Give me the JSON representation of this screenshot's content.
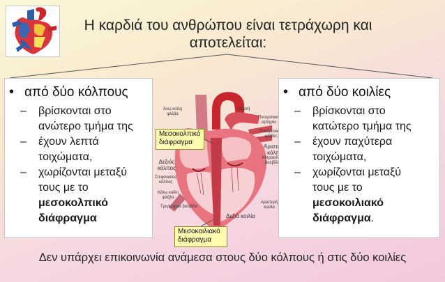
{
  "title_line1": "Η καρδιά του ανθρώπου είναι τετράχωρη και",
  "title_line2": "αποτελείται:",
  "left": {
    "bullet": "από δύο κόλπους",
    "items": [
      {
        "lines": [
          "βρίσκονται στο",
          "ανώτερο τμήμα της"
        ]
      },
      {
        "lines": [
          "έχουν λεπτά",
          "τοιχώματα,"
        ]
      },
      {
        "lines": [
          "χωρίζονται μεταξύ",
          "τους με το"
        ],
        "bold": [
          "μεσοκολπικό",
          "διάφραγμα"
        ]
      }
    ]
  },
  "right": {
    "bullet": "από δύο κοιλίες",
    "items": [
      {
        "lines": [
          "βρίσκονται στο",
          "κατώτερο τμήμα της"
        ]
      },
      {
        "lines": [
          "έχουν παχύτερα",
          "τοιχώματα,"
        ]
      },
      {
        "lines": [
          "χωρίζονται μεταξύ",
          "τους με το"
        ],
        "bold": [
          "μεσοκοιλιακό",
          "διάφραγμα"
        ],
        "suffix": "."
      }
    ]
  },
  "heart_labels": {
    "svc": [
      "Άνω κοίλη",
      "φλέβα"
    ],
    "aorta": "Αορτή",
    "pulm_artery": [
      "Πνευμονική",
      "αρτηρία"
    ],
    "pulm_veins": [
      "Πνευμονικές",
      "φλέβες"
    ],
    "left_atrium": [
      "Αριστερός",
      "κόλπος"
    ],
    "mitral": [
      "Μιτροειδής",
      "βαλβίδα"
    ],
    "right_atrium": [
      "Δεξιός",
      "κόλπος"
    ],
    "coronary": [
      "Στεφανιαίος",
      "κόλπος"
    ],
    "ivc": [
      "Κάτω κοίλη",
      "φλέβα"
    ],
    "tricuspid": "Τριγλώχινα βαλβίδα",
    "right_ventricle": "Δεξιά κοιλία",
    "left_ventricle": [
      "Αριστερή",
      "κοιλία"
    ]
  },
  "callout_atrial": [
    "Μεσοκολπικό",
    "διάφραγμα"
  ],
  "callout_ventricular": [
    "Μεσοκοιλιακό",
    "διάφραγμα"
  ],
  "footer": "Δεν υπάρχει επικοινωνία ανάμεσα στους δύο κόλπους ή στις δύο κοιλίες",
  "colors": {
    "muscle": "#d9586a",
    "muscle_light": "#f0a6ad",
    "oxygenated": "#c7262f",
    "deoxygenated": "#3b6fb0",
    "callout_bg": "#fffbb0"
  }
}
